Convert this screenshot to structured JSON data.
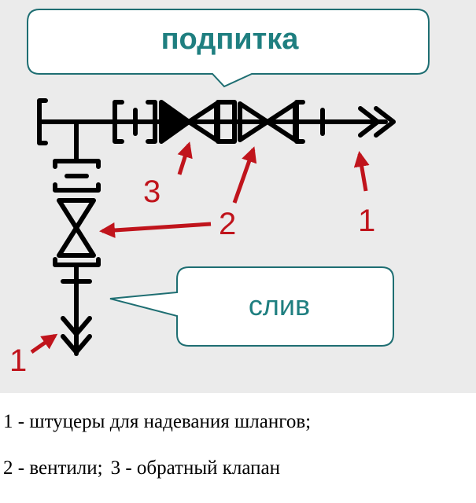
{
  "callouts": {
    "top": "подпитка",
    "drain": "слив"
  },
  "markers": {
    "one_top": "1",
    "two": "2",
    "three": "3",
    "one_bottom": "1"
  },
  "legend": {
    "line1": "1 - штуцеры для надевания шлангов;",
    "line2a": "2 - вентили;",
    "line2b": "3 - обратный клапан"
  },
  "colors": {
    "background": "#ebebeb",
    "bubble_text": "#1f7f80",
    "arrow": "#c0141c",
    "symbol": "#000000"
  }
}
